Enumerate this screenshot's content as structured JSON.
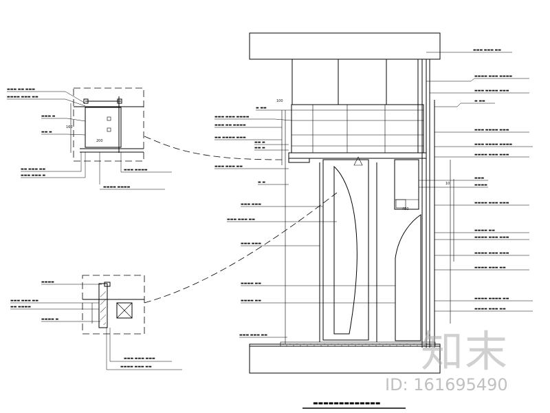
{
  "title": "",
  "watermark": {
    "logo": "知末",
    "id": "ID: 161695490"
  },
  "dimensions": {
    "detail_a_width": "200",
    "detail_a_height": "160",
    "elev_top": "100",
    "elev_gap": "480",
    "elev_right": "10"
  }
}
